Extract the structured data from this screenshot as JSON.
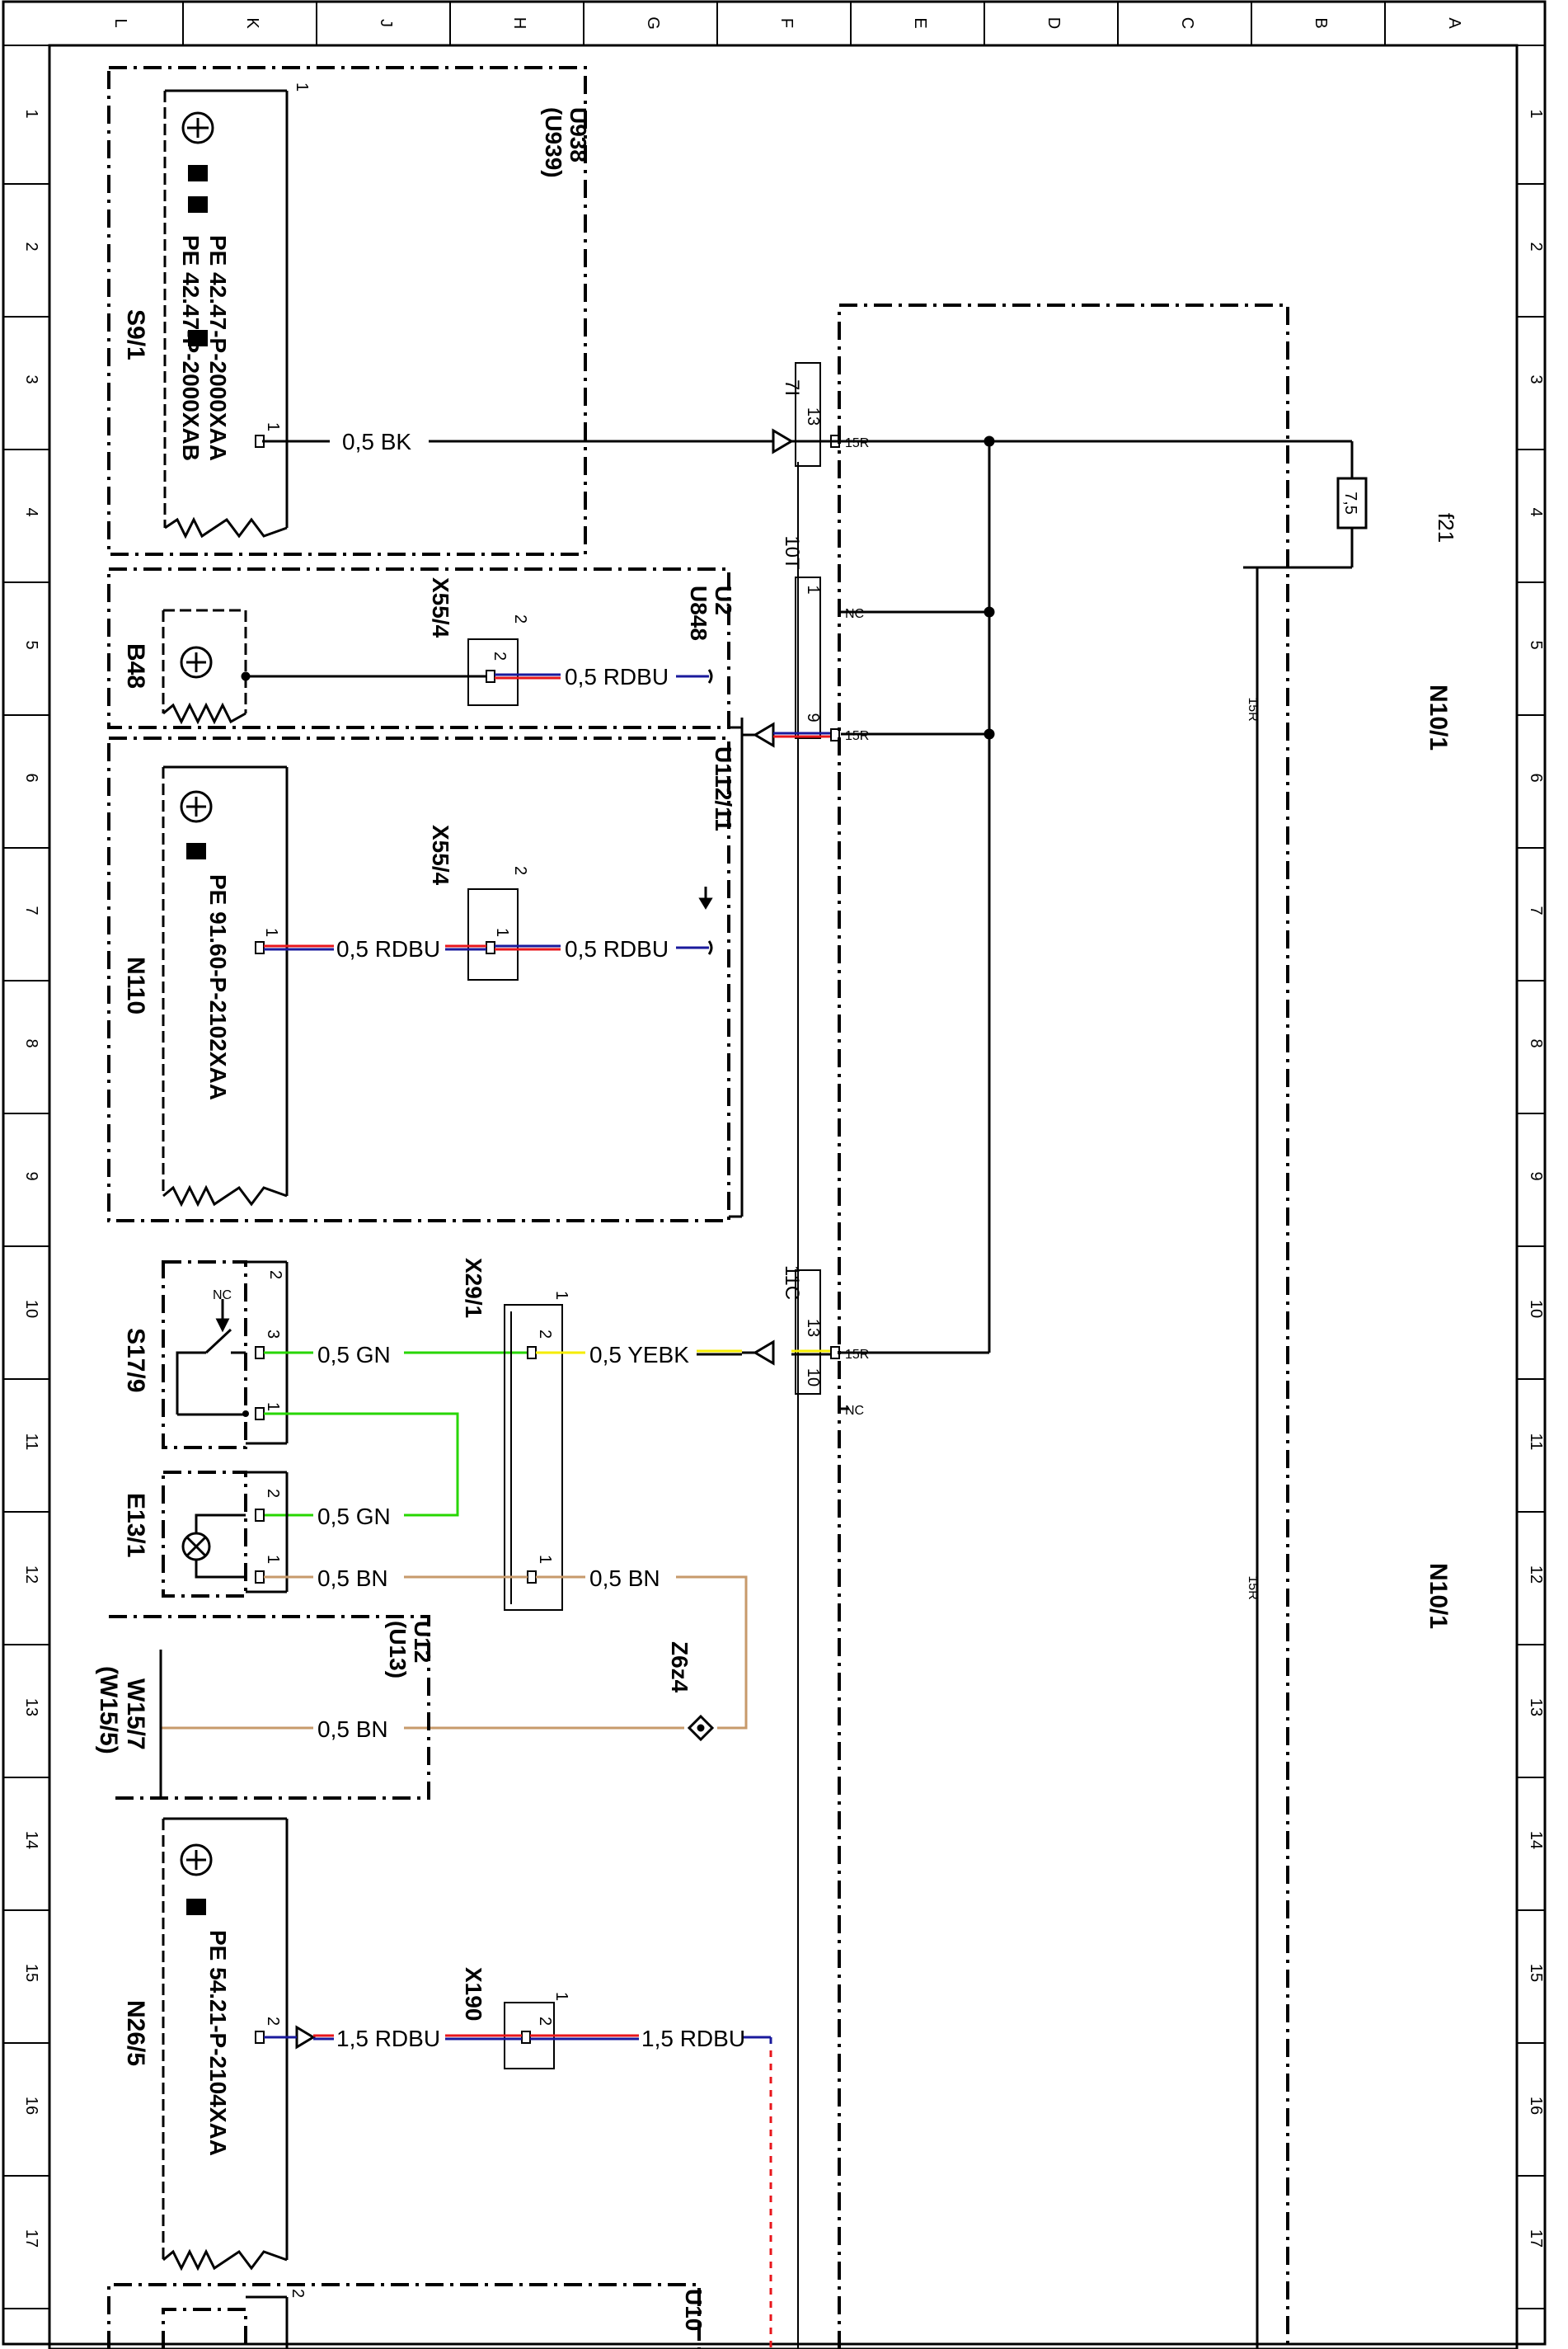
{
  "columns": [
    "L",
    "K",
    "J",
    "H",
    "G",
    "F",
    "E",
    "D",
    "C",
    "B",
    "A"
  ],
  "rows": [
    "1",
    "2",
    "3",
    "4",
    "5",
    "6",
    "7",
    "8",
    "9",
    "10",
    "11",
    "12",
    "13",
    "14",
    "15",
    "16",
    "17"
  ],
  "components": {
    "u938": "U938",
    "u939": "(U939)",
    "s9_1": "S9/1",
    "pe_42_a": "PE 42.47-P-2000XAA",
    "pe_42_b": "PE 42.47-P-2000XAB",
    "u2": "U2",
    "u848": "U848",
    "b48": "B48",
    "x55_4_a": "X55/4",
    "u112": "U112/11",
    "x55_4_b": "X55/4",
    "n110": "N110",
    "pe_9160": "PE 91.60-P-2102XAA",
    "s17_9": "S17/9",
    "e13_1": "E13/1",
    "x29_1": "X29/1",
    "u12": "U12",
    "u13": "(U13)",
    "w15_7": "W15/7",
    "w15_5": "(W15/5)",
    "z6z4": "Z6z4",
    "x190": "X190",
    "n26_5": "N26/5",
    "pe_5421": "PE 54.21-P-2104XAA",
    "u10": "U10",
    "n10_1_top": "N10/1",
    "n10_1_bottom": "N10/1",
    "f21": "f21",
    "fuse_value": "7,5"
  },
  "wires": {
    "bk": "0,5 BK",
    "rdbu_b48": "0,5 RDBU",
    "rdbu_n110_left": "0,5 RDBU",
    "rdbu_n110_right": "0,5 RDBU",
    "gn_s17": "0,5 GN",
    "yebk": "0,5 YEBK",
    "gn_e13": "0,5 GN",
    "bn_e13": "0,5 BN",
    "bn_x29": "0,5 BN",
    "bn_w15": "0,5 BN",
    "rdbu_n26": "1,5 RDBU",
    "rdbu_x190": "1,5 RDBU"
  },
  "terminals": {
    "t15r_a": "15R",
    "t15r_b": "15R",
    "t15r_c": "15R",
    "nc_a": "NC",
    "nc_b": "NC",
    "nc_sw": "NC",
    "bus_15r_a": "15R",
    "bus_15r_b": "15R"
  },
  "connectors": {
    "c7i": "7I",
    "c10t": "10T",
    "c11c": "11C",
    "p13a": "13",
    "p1": "1",
    "p9": "9",
    "p13b": "13",
    "p10": "10"
  },
  "pins": {
    "s9_1_top": "1",
    "s9_1_pin": "1",
    "x55a_2": "2",
    "x55a_2b": "2",
    "n110_1": "1",
    "x55b_2": "2",
    "x55b_1": "1",
    "s17_2": "2",
    "s17_3": "3",
    "s17_1": "1",
    "e13_2": "2",
    "e13_1": "1",
    "x29_top": "1",
    "x29_2": "2",
    "x29_1": "1",
    "n26_2": "2",
    "x190_top": "1",
    "x190_2": "2",
    "u10_2": "2"
  },
  "colors": {
    "line": "#000000",
    "red": "#e8161b",
    "blue": "#1a1a9c",
    "green": "#27d600",
    "yellow": "#f5ec00",
    "brown": "#c79a6b"
  }
}
